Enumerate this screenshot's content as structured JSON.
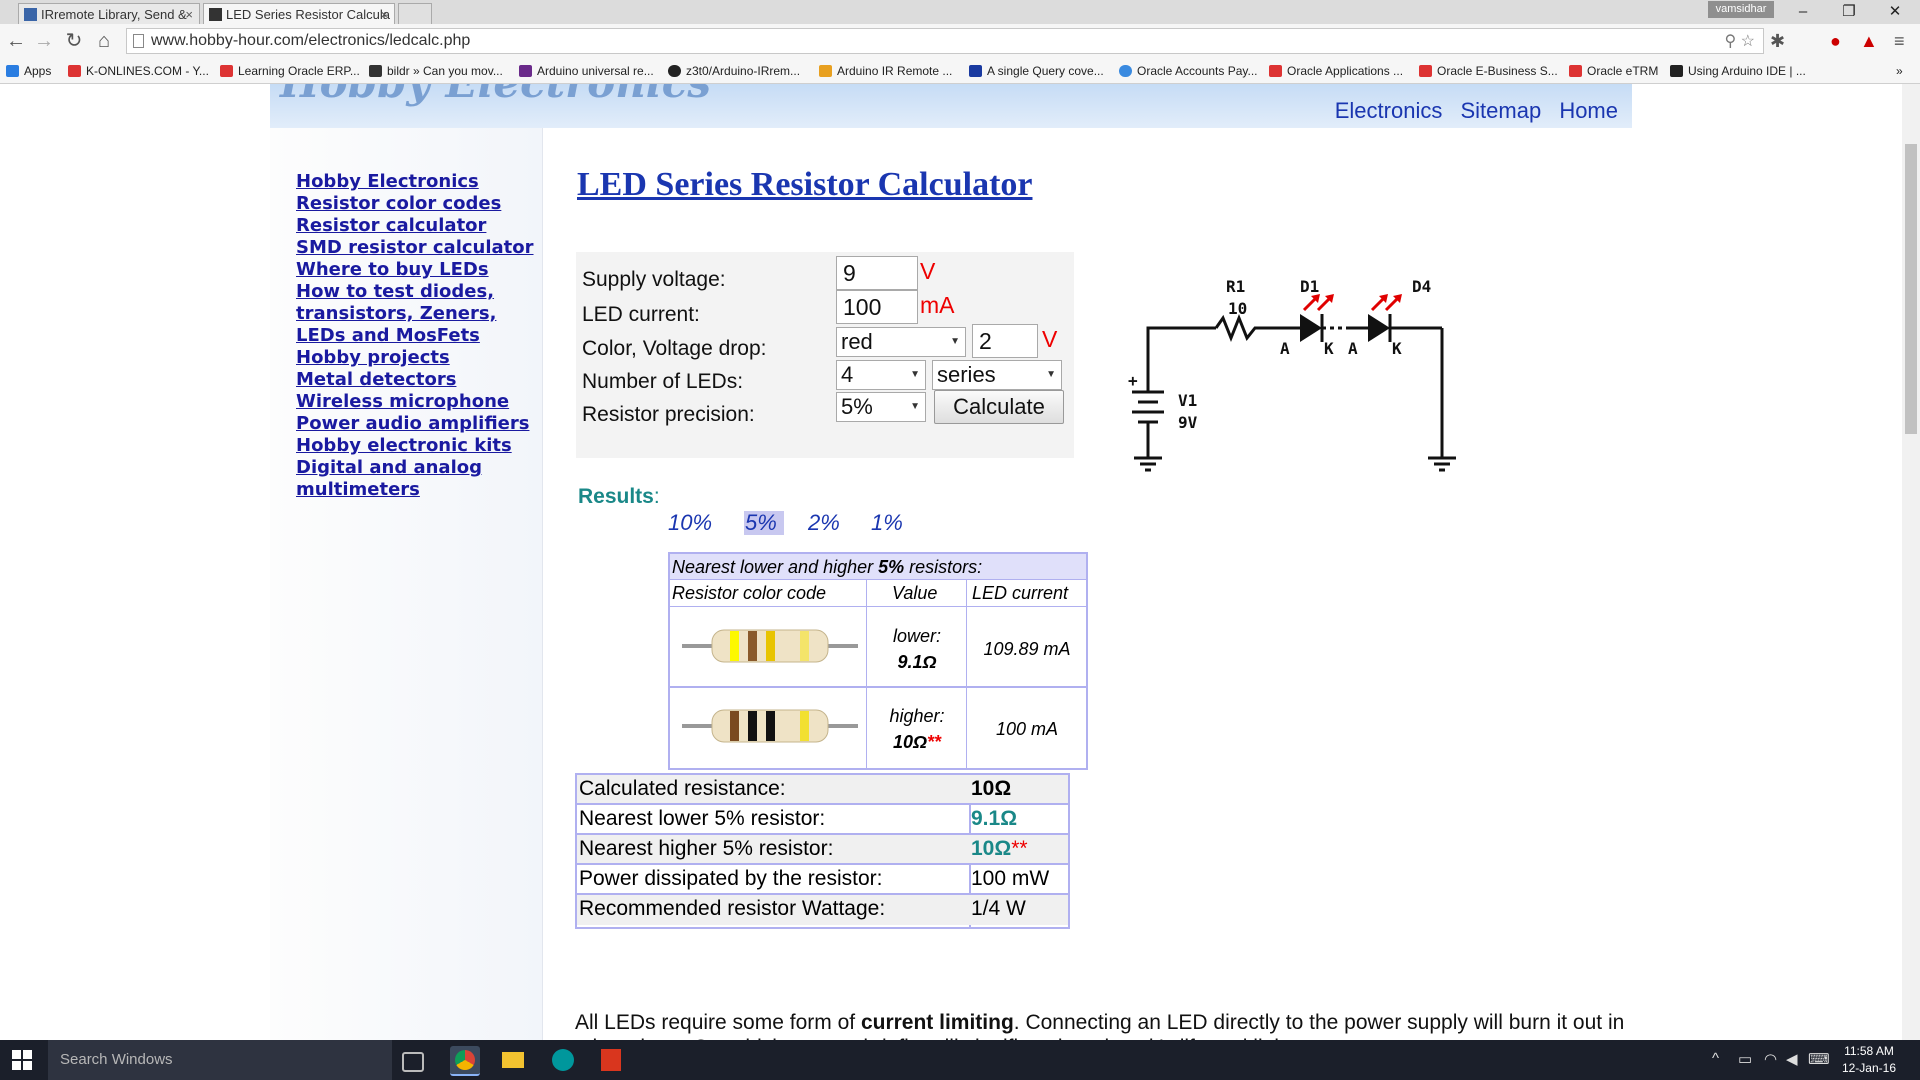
{
  "browser": {
    "tabs": [
      {
        "label": "IRremote Library, Send &",
        "close": "×"
      },
      {
        "label": "LED Series Resistor Calcula",
        "close": "×"
      }
    ],
    "user": "vamsidhar",
    "url": "www.hobby-hour.com/electronics/ledcalc.php",
    "bookmarks": [
      "Apps",
      "K-ONLINES.COM - Y...",
      "Learning Oracle ERP...",
      "bildr » Can you mov...",
      "Arduino universal re...",
      "z3t0/Arduino-IRrem...",
      "Arduino IR Remote ...",
      "A single Query cove...",
      "Oracle Accounts Pay...",
      "Oracle Applications ...",
      "Oracle E-Business S...",
      "Oracle eTRM",
      "Using Arduino IDE | ..."
    ],
    "more_bookmarks": "»"
  },
  "site": {
    "logo": "Hobby Electronics",
    "topnav": [
      "Electronics",
      "Sitemap",
      "Home"
    ],
    "sidebar": [
      "Hobby Electronics",
      "Resistor color codes",
      "Resistor calculator",
      "SMD resistor calculator",
      "Where to buy LEDs",
      "How to test diodes,",
      "transistors, Zeners,",
      "LEDs and MosFets",
      "Hobby projects",
      "Metal detectors",
      "Wireless microphone",
      "Power audio amplifiers",
      "Hobby electronic kits",
      "Digital and analog",
      "multimeters"
    ]
  },
  "calc": {
    "title": "LED Series Resistor Calculator",
    "supply_label": "Supply voltage:",
    "supply_value": "9",
    "supply_unit": "V",
    "current_label": "LED current:",
    "current_value": "100",
    "current_unit": "mA",
    "color_label": "Color, Voltage drop:",
    "color_value": "red",
    "drop_value": "2",
    "drop_unit": "V",
    "num_label": "Number of LEDs:",
    "num_value": "4",
    "conn_value": "series",
    "precision_label": "Resistor precision:",
    "precision_value": "5%",
    "calculate": "Calculate"
  },
  "schematic": {
    "r1_name": "R1",
    "r1_value": "10",
    "d1": "D1",
    "d4": "D4",
    "anode": "A",
    "cathode": "K",
    "v1": "V1",
    "v1_value": "9V",
    "plus": "+",
    "led_color": "#e00000"
  },
  "results": {
    "label": "Results",
    "colon": ":",
    "precision_tabs": [
      "10%",
      "5%",
      "2%",
      "1%"
    ],
    "active_tab": "5%",
    "table_title_pre": "Nearest lower and higher ",
    "table_title_bold": "5%",
    "table_title_post": " resistors:",
    "col_code": "Resistor color code",
    "col_value": "Value",
    "col_current": "LED current",
    "lower_label": "lower:",
    "lower_value": "9.1Ω",
    "lower_current": "109.89 mA",
    "higher_label": "higher:",
    "higher_value": "10Ω",
    "higher_mark": "**",
    "higher_current": "100 mA",
    "lower_bands": [
      "#fdf800",
      "#8a5a2a",
      "#e8c400",
      "#f4e46a"
    ],
    "higher_bands": [
      "#7a4a20",
      "#111111",
      "#111111",
      "#f2e030"
    ]
  },
  "summary": {
    "rows": [
      {
        "label": "Calculated resistance:",
        "value": "10Ω"
      },
      {
        "label": "Nearest lower 5% resistor:",
        "value": "9.1Ω"
      },
      {
        "label": "Nearest higher 5% resistor:",
        "value": "10Ω",
        "mark": "**"
      },
      {
        "label": "Power dissipated by the resistor:",
        "value": "100 mW"
      },
      {
        "label": "Recommended resistor Wattage:",
        "value": "1/4 W"
      }
    ]
  },
  "article": {
    "p1_a": "All LEDs require some form of ",
    "p1_b": "current limiting",
    "p1_c": ". Connecting an LED directly to the power supply will burn it out in a heartbeat. Overdriving, even briefly, will significantly reduce it's life and light output."
  },
  "taskbar": {
    "search": "Search Windows",
    "time": "11:58 AM",
    "date": "12-Jan-16"
  },
  "colors": {
    "link": "#1a1aa0",
    "accent": "#1a36b0",
    "teal": "#1a8888",
    "error": "#e00000"
  }
}
